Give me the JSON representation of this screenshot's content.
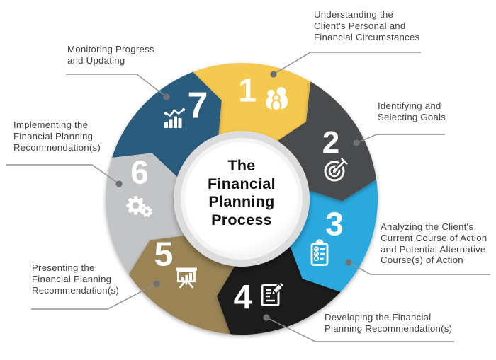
{
  "title": {
    "text": "The\nFinancial\nPlanning\nProcess"
  },
  "segments": [
    {
      "number": "1",
      "color": "#F5C84F",
      "icon": "family-icon",
      "label": "Understanding the\nClient's Personal and\nFinancial Circumstances"
    },
    {
      "number": "2",
      "color": "#4A4B4D",
      "icon": "target-icon",
      "label": "Identifying and\nSelecting Goals"
    },
    {
      "number": "3",
      "color": "#29A9DF",
      "icon": "clipboard-checklist-icon",
      "label": "Analyzing the Client's\nCurrent Course of Action\nand Potential Alternative\nCourse(s) of Action"
    },
    {
      "number": "4",
      "color": "#1D1C1E",
      "icon": "document-pencil-icon",
      "label": "Developing the Financial\nPlanning Recommendation(s)"
    },
    {
      "number": "5",
      "color": "#9A8455",
      "icon": "presentation-chart-icon",
      "label": "Presenting the\nFinancial Planning\nRecommendation(s)"
    },
    {
      "number": "6",
      "color": "#C3C4C6",
      "icon": "gears-icon",
      "label": "Implementing the\nFinancial Planning\nRecommendation(s)"
    },
    {
      "number": "7",
      "color": "#2B5B7E",
      "icon": "chart-trend-icon",
      "label": "Monitoring Progress\nand Updating"
    }
  ],
  "colors": {
    "background": "#FFFFFF",
    "number_text": "#FFFFFF",
    "title_text": "#101010",
    "label_text": "#414042",
    "leader_line": "#919191",
    "leader_dot": "#707174",
    "center_ring": "#DCDCDC",
    "center_face": "#FFFFFF"
  }
}
